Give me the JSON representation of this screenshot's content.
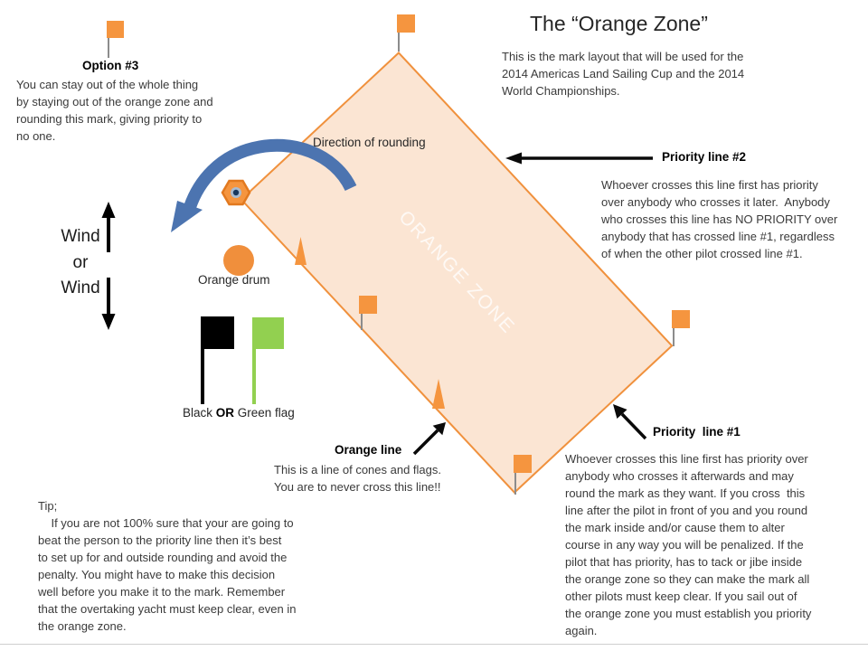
{
  "slide": {
    "title": "The “Orange Zone”",
    "intro": "This is the mark layout that will be used for the\n2014 Americas Land Sailing Cup and the 2014\nWorld Championships."
  },
  "option3": {
    "heading": "Option #3",
    "body": "You can stay out of the whole thing\nby staying out of the orange zone and\nrounding this mark, giving priority to\nno one."
  },
  "wind": {
    "top": "Wind",
    "middle": "or",
    "bottom": "Wind"
  },
  "rounding": {
    "label": "Direction of rounding"
  },
  "zone": {
    "watermark": "ORANGE ZONE"
  },
  "drum": {
    "label": "Orange drum"
  },
  "flag_legend": {
    "black": "Black ",
    "or": "OR",
    "green": " Green flag"
  },
  "priority2": {
    "heading": "Priority line #2",
    "body": "Whoever crosses this line first has priority\nover anybody who crosses it later.  Anybody\nwho crosses this line has NO PRIORITY over\nanybody that has crossed line #1, regardless\nof when the other pilot crossed line #1."
  },
  "priority1": {
    "heading": "Priority  line #1",
    "body": "Whoever crosses this line first has priority over\nanybody who crosses it afterwards and may\nround the mark as they want. If you cross  this\nline after the pilot in front of you and you round\nthe mark inside and/or cause them to alter\ncourse in any way you will be penalized. If the\npilot that has priority, has to tack or jibe inside\nthe orange zone so they can make the mark all\nother pilots must keep clear. If you sail out of\nthe orange zone you must establish you priority\nagain."
  },
  "orange_line": {
    "heading": "Orange line",
    "body": "This is a line of cones and flags.\nYou are to never cross this line!!"
  },
  "tip": {
    "heading": "Tip;",
    "body": "    If you are not 100% sure that your are going to\nbeat the person to the priority line then it’s best\nto set up for and outside rounding and avoid the\npenalty. You might have to make this decision\nwell before you make it to the mark. Remember\nthat the overtaking yacht must keep clear, even in\nthe orange zone."
  },
  "colors": {
    "orange": "#F5953F",
    "zone_fill": "#FBE5D3",
    "zone_border": "#F0913D",
    "green": "#92D050",
    "arrow_blue": "#4C74B0",
    "black": "#000000"
  }
}
